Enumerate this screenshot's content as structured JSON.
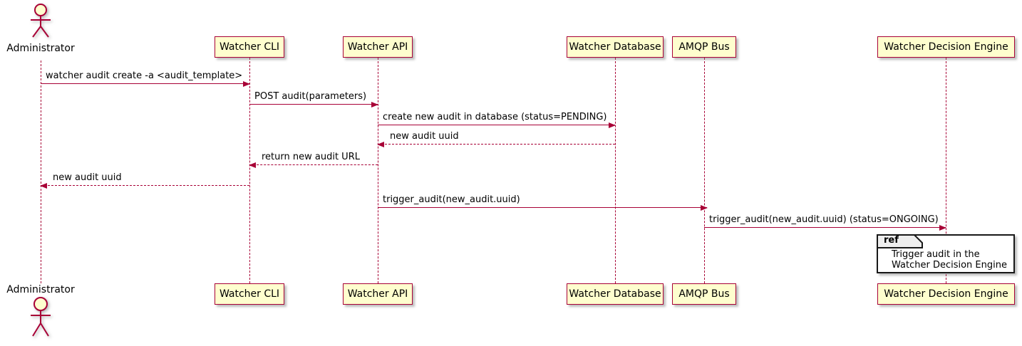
{
  "diagram": {
    "type": "sequence-diagram",
    "participants": [
      {
        "id": "administrator",
        "label": "Administrator",
        "kind": "actor"
      },
      {
        "id": "watcher-cli",
        "label": "Watcher CLI",
        "kind": "participant"
      },
      {
        "id": "watcher-api",
        "label": "Watcher API",
        "kind": "participant"
      },
      {
        "id": "watcher-database",
        "label": "Watcher Database",
        "kind": "participant"
      },
      {
        "id": "amqp-bus",
        "label": "AMQP Bus",
        "kind": "participant"
      },
      {
        "id": "watcher-decision-engine",
        "label": "Watcher Decision Engine",
        "kind": "participant"
      }
    ],
    "messages": [
      {
        "from": "administrator",
        "to": "watcher-cli",
        "label": "watcher audit create -a <audit_template>",
        "line": "solid",
        "direction": "right"
      },
      {
        "from": "watcher-cli",
        "to": "watcher-api",
        "label": "POST audit(parameters)",
        "line": "solid",
        "direction": "right"
      },
      {
        "from": "watcher-api",
        "to": "watcher-database",
        "label": "create new audit in database (status=PENDING)",
        "line": "solid",
        "direction": "right"
      },
      {
        "from": "watcher-database",
        "to": "watcher-api",
        "label": "new audit uuid",
        "line": "dashed",
        "direction": "left"
      },
      {
        "from": "watcher-api",
        "to": "watcher-cli",
        "label": "return new audit URL",
        "line": "dashed",
        "direction": "left"
      },
      {
        "from": "watcher-cli",
        "to": "administrator",
        "label": "new audit uuid",
        "line": "dashed",
        "direction": "left"
      },
      {
        "from": "watcher-api",
        "to": "amqp-bus",
        "label": "trigger_audit(new_audit.uuid)",
        "line": "solid",
        "direction": "right"
      },
      {
        "from": "amqp-bus",
        "to": "watcher-decision-engine",
        "label": "trigger_audit(new_audit.uuid) (status=ONGOING)",
        "line": "solid",
        "direction": "right"
      }
    ],
    "ref_fragment": {
      "keyword": "ref",
      "over": "watcher-decision-engine",
      "lines": [
        "Trigger audit in the",
        "Watcher Decision Engine"
      ]
    },
    "colors": {
      "participant_fill": "#FEFECE",
      "border_and_arrows": "#A80036",
      "text": "#000000",
      "ref_border": "#181818",
      "ref_header_fill": "#EEEEEE",
      "background": "#FFFFFF"
    }
  }
}
